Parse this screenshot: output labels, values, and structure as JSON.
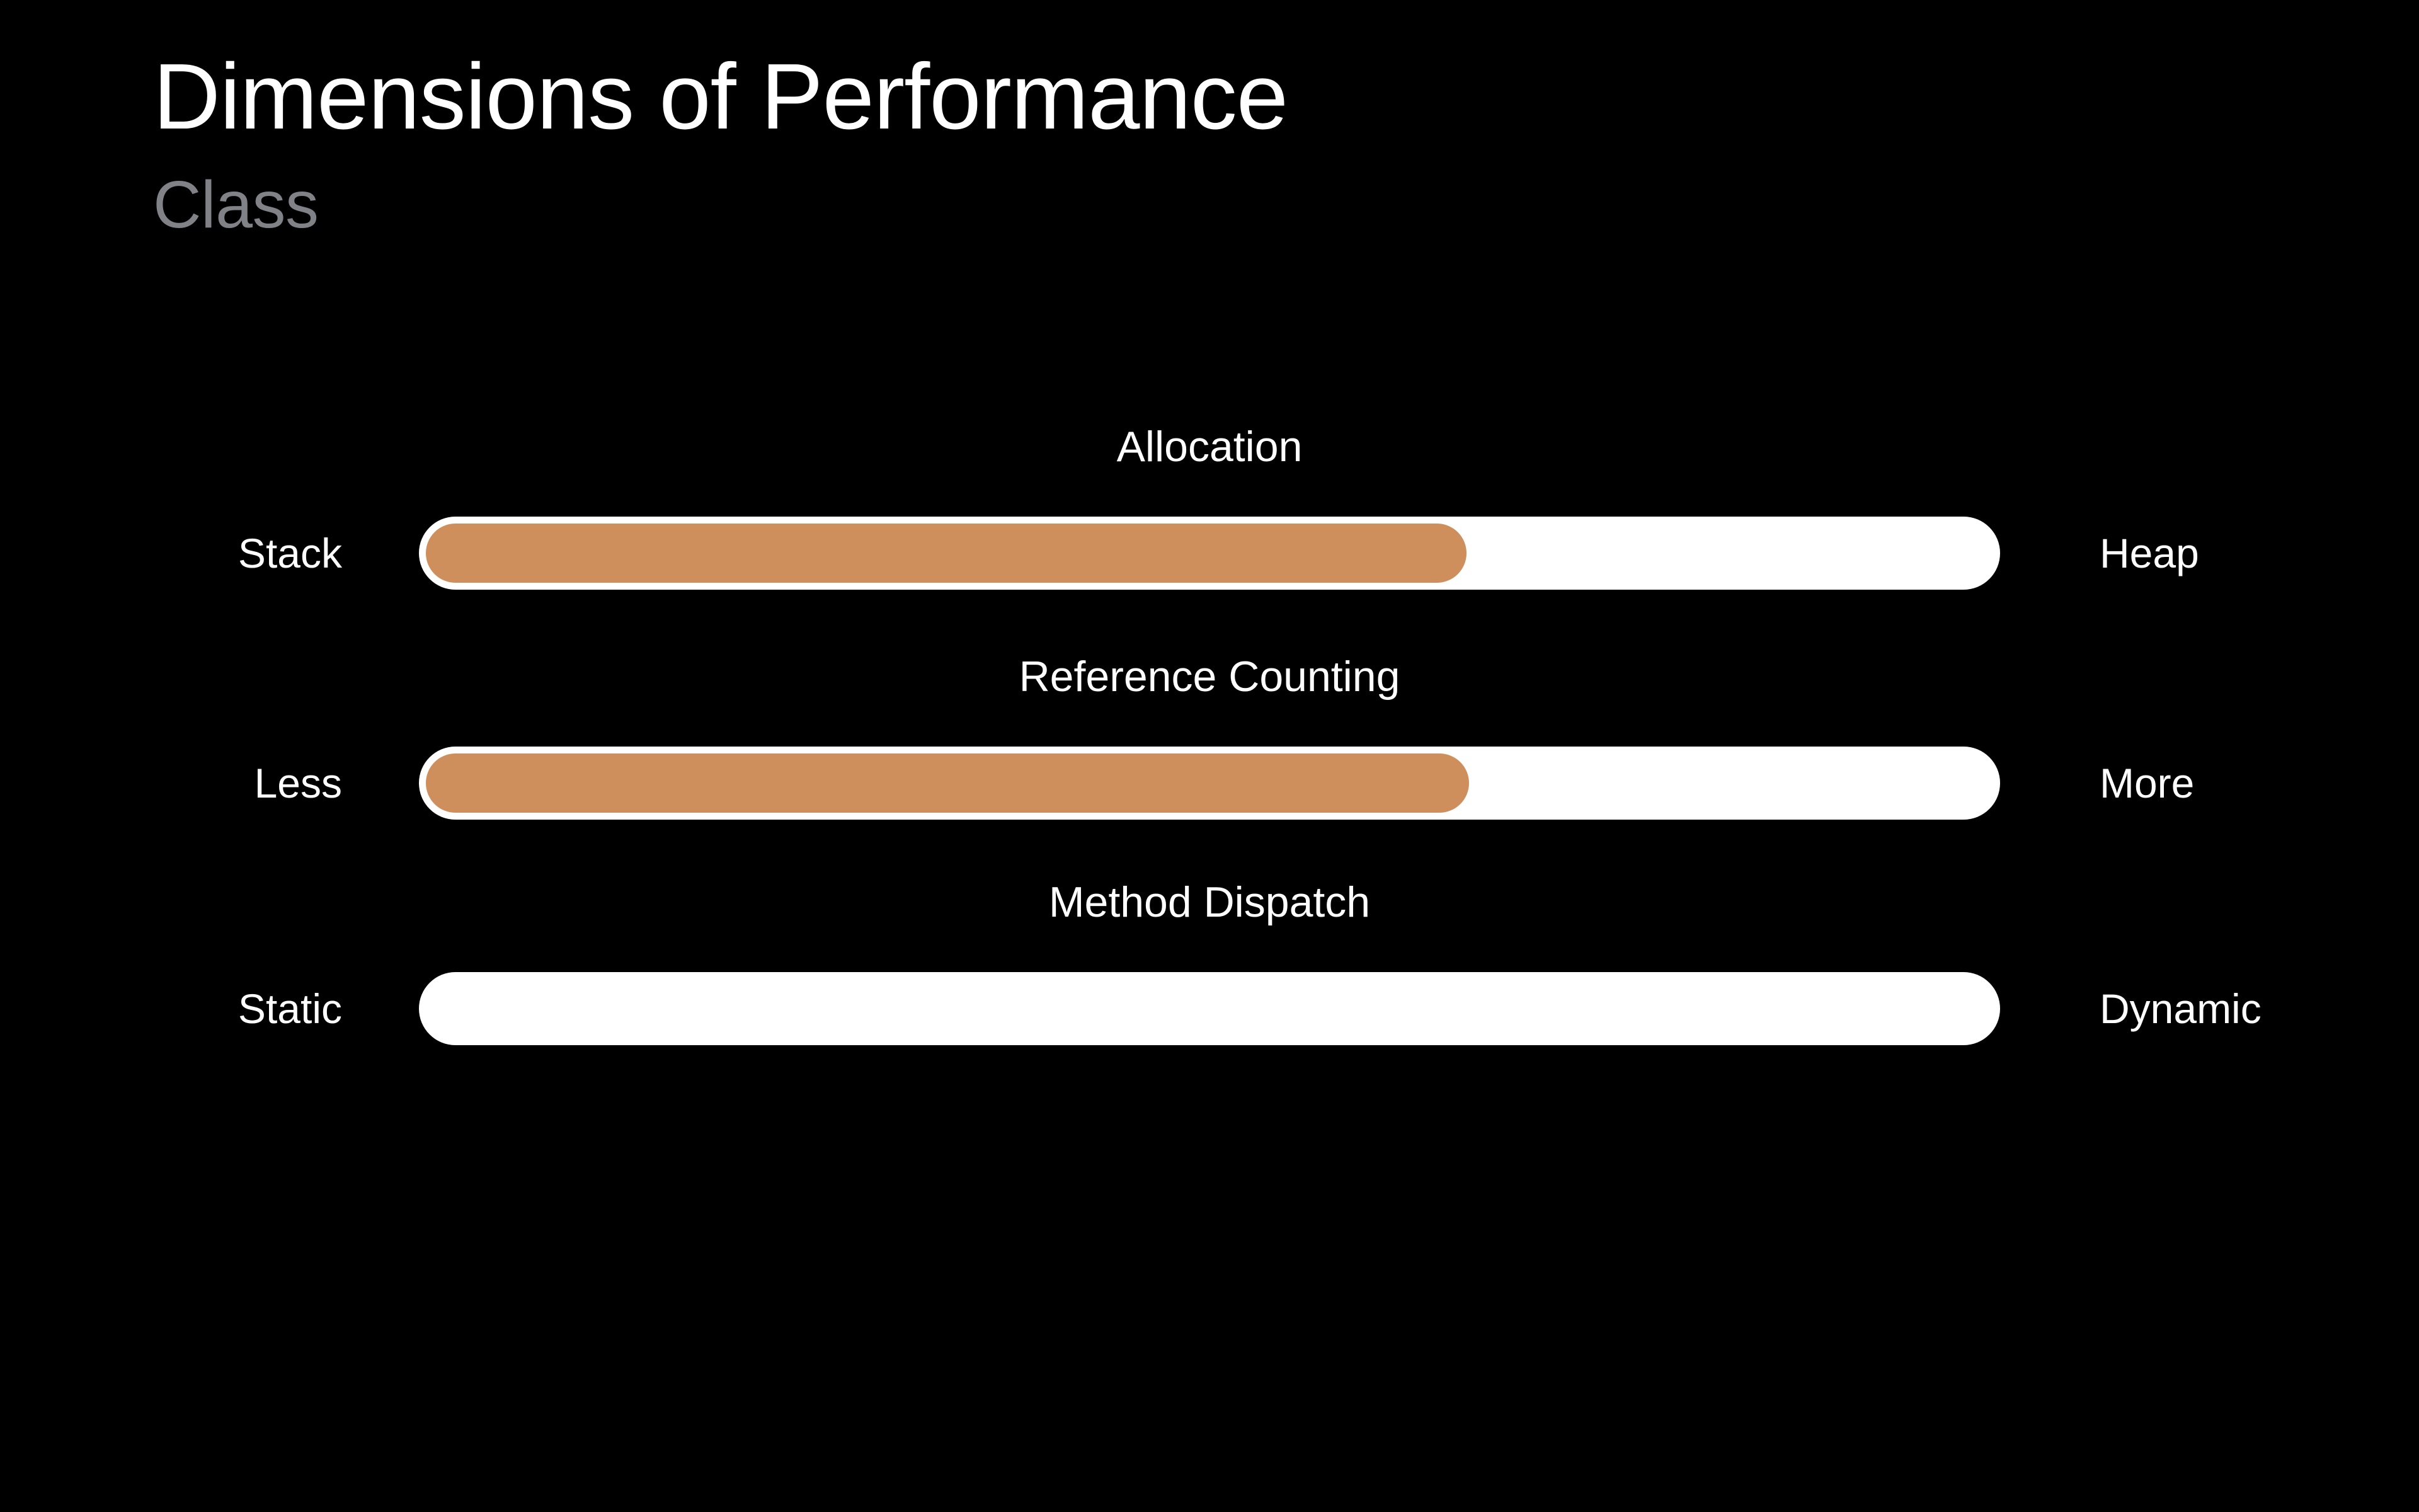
{
  "slide": {
    "background_color": "#000000",
    "title": "Dimensions of Performance",
    "subtitle": "Class",
    "title_color": "#ffffff",
    "subtitle_color": "#808287",
    "accent_color": "#ce8f5c",
    "track_color": "#ffffff"
  },
  "chart_data": {
    "type": "bar",
    "title": "Dimensions of Performance",
    "subtitle": "Class",
    "orientation": "horizontal",
    "grid": false,
    "legend": null,
    "xlabel": "",
    "ylabel": "",
    "xlim": [
      0,
      100
    ],
    "units": "percent of track filled",
    "categories": [
      "Allocation",
      "Reference Counting",
      "Method Dispatch"
    ],
    "values": [
      66,
      66,
      0
    ],
    "endpoints_low": [
      "Stack",
      "Less",
      "Static"
    ],
    "endpoints_high": [
      "Heap",
      "More",
      "Dynamic"
    ],
    "series": [
      {
        "name": "Class",
        "values": [
          66,
          66,
          0
        ]
      }
    ]
  },
  "rows": [
    {
      "caption": "Allocation",
      "left_label": "Stack",
      "right_label": "Heap",
      "fill_percent": 66,
      "fill_width_css": "1652px"
    },
    {
      "caption": "Reference Counting",
      "left_label": "Less",
      "right_label": "More",
      "fill_percent": 66,
      "fill_width_css": "1656px"
    },
    {
      "caption": "Method Dispatch",
      "left_label": "Static",
      "right_label": "Dynamic",
      "fill_percent": 0,
      "fill_width_css": "0px"
    }
  ]
}
